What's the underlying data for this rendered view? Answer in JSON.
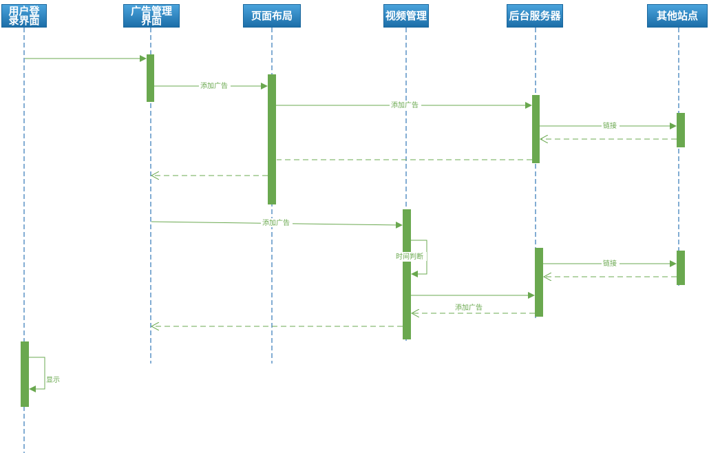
{
  "participants": [
    {
      "key": "user",
      "label": "用户登录界面"
    },
    {
      "key": "admgr",
      "label": "广告管理界面"
    },
    {
      "key": "layout",
      "label": "页面布局"
    },
    {
      "key": "video",
      "label": "视频管理"
    },
    {
      "key": "server",
      "label": "后台服务器"
    },
    {
      "key": "other",
      "label": "其他站点"
    }
  ],
  "messages": [
    {
      "from": "user",
      "to": "admgr",
      "label": "",
      "style": "solid"
    },
    {
      "from": "admgr",
      "to": "layout",
      "label": "添加广告",
      "style": "solid"
    },
    {
      "from": "layout",
      "to": "server",
      "label": "添加广告",
      "style": "solid"
    },
    {
      "from": "server",
      "to": "other",
      "label": "链接",
      "style": "solid"
    },
    {
      "from": "other",
      "to": "server",
      "label": "",
      "style": "dashed"
    },
    {
      "from": "server",
      "to": "layout",
      "label": "",
      "style": "dashed"
    },
    {
      "from": "layout",
      "to": "admgr",
      "label": "",
      "style": "dashed"
    },
    {
      "from": "admgr",
      "to": "video",
      "label": "添加广告",
      "style": "solid"
    },
    {
      "from": "video",
      "to": "video",
      "label": "时间判断",
      "style": "self"
    },
    {
      "from": "server",
      "to": "other",
      "label": "链接",
      "style": "solid"
    },
    {
      "from": "other",
      "to": "server",
      "label": "",
      "style": "dashed"
    },
    {
      "from": "video",
      "to": "server",
      "label": "",
      "style": "solid"
    },
    {
      "from": "server",
      "to": "video",
      "label": "添加广告",
      "style": "dashed"
    },
    {
      "from": "video",
      "to": "admgr",
      "label": "",
      "style": "dashed"
    },
    {
      "from": "user",
      "to": "user",
      "label": "显示",
      "style": "self"
    }
  ],
  "colors": {
    "accent": "#6aa84f",
    "lifeline": "#2e75b6",
    "header_top": "#4aa3dc",
    "header_bottom": "#1c6ea8"
  }
}
